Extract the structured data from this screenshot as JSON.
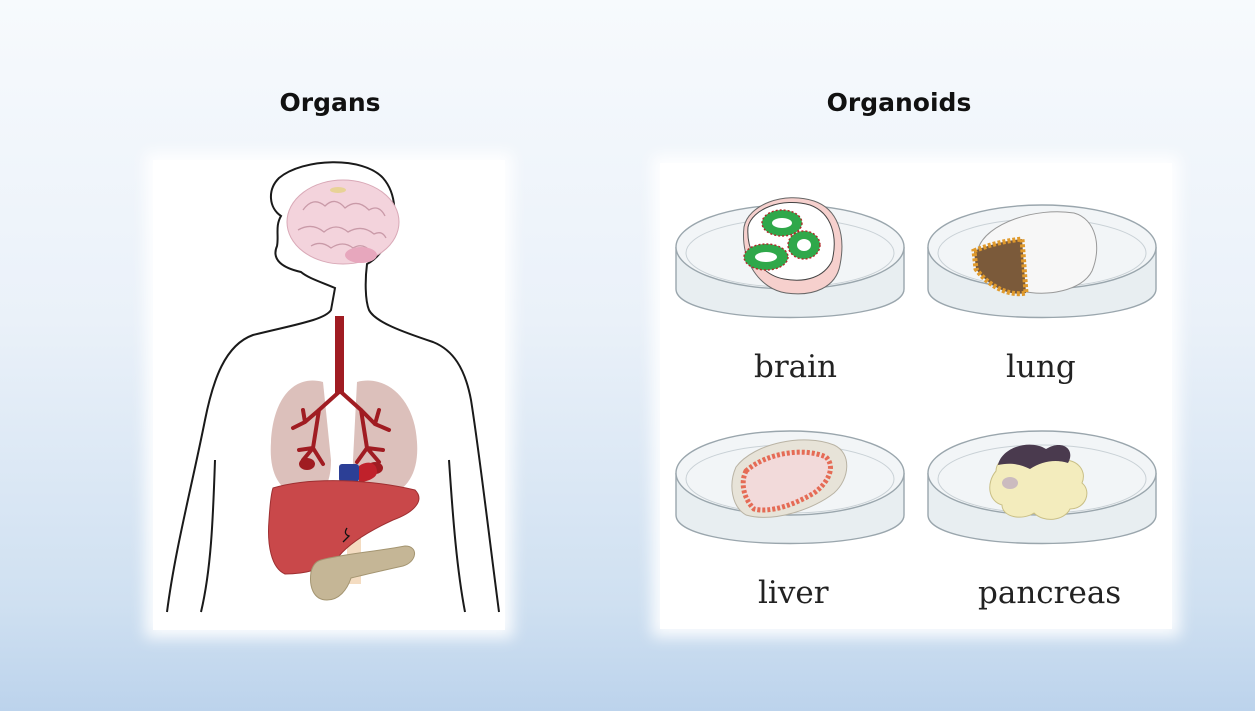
{
  "headings": {
    "organs": "Organs",
    "organoids": "Organoids"
  },
  "organoid_labels": {
    "brain": "brain",
    "lung": "lung",
    "liver": "liver",
    "pancreas": "pancreas"
  },
  "colors": {
    "background_top": "#f7fafd",
    "background_bottom": "#bcd3ec",
    "brain": "#f3d3dc",
    "lung": "#dcc0bb",
    "airway": "#a01c22",
    "liver": "#c9484a",
    "heart_red": "#c0212b",
    "heart_blue": "#2c3f96",
    "pancreas": "#c5b696",
    "dish": "#e4eaee",
    "brain_organoid": "#2fa84a",
    "lung_organoid": "#7b5a3a",
    "liver_organoid": "#e56b55",
    "pancreas_organoid": "#f3ecbd"
  },
  "icons": [
    "human-body-outline-icon",
    "brain-icon",
    "lungs-icon",
    "heart-icon",
    "liver-icon",
    "pancreas-icon",
    "petri-dish-icon"
  ]
}
